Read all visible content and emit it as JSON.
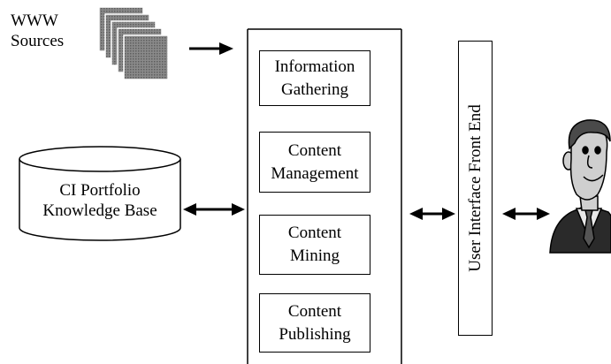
{
  "sources": {
    "line1": "WWW",
    "line2": "Sources"
  },
  "knowledge_base": {
    "line1": "CI Portfolio",
    "line2": "Knowledge Base"
  },
  "modules": [
    {
      "line1": "Information",
      "line2": "Gathering"
    },
    {
      "line1": "Content",
      "line2": "Management"
    },
    {
      "line1": "Content",
      "line2": "Mining"
    },
    {
      "line1": "Content",
      "line2": "Publishing"
    }
  ],
  "front_end": {
    "label": "User Interface Front End"
  },
  "icons": {
    "sources": "document-stack-icon",
    "database": "database-cylinder-icon",
    "user": "businessman-icon"
  }
}
